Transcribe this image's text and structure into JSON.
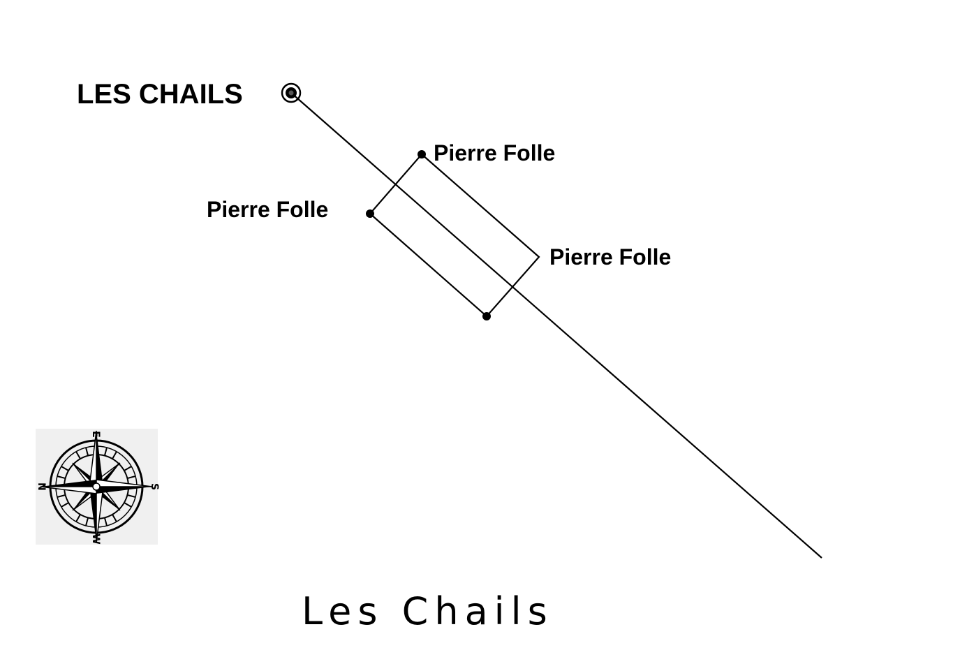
{
  "diagram": {
    "site_label": "LES CHAILS",
    "stone_labels": [
      "Pierre Folle",
      "Pierre Folle",
      "Pierre Folle"
    ],
    "title": "Les Chails",
    "line_color": "#000000",
    "background": "#ffffff"
  },
  "compass": {
    "icon": "compass-rose-icon",
    "letters": {
      "north": "N",
      "east": "E",
      "south": "S",
      "west": "W"
    }
  }
}
